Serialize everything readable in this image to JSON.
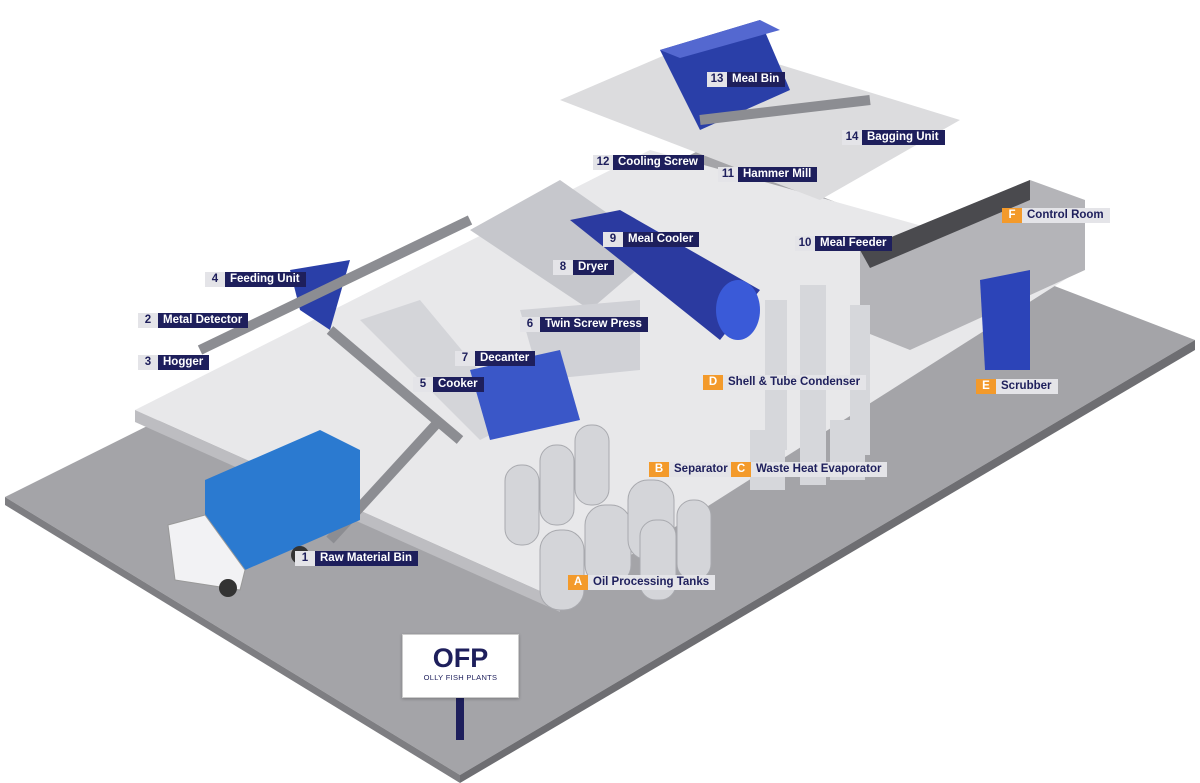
{
  "labels": [
    {
      "key": "1",
      "text": "Raw Material Bin",
      "style": "num"
    },
    {
      "key": "2",
      "text": "Metal Detector",
      "style": "num"
    },
    {
      "key": "3",
      "text": "Hogger",
      "style": "num"
    },
    {
      "key": "4",
      "text": "Feeding Unit",
      "style": "num"
    },
    {
      "key": "5",
      "text": "Cooker",
      "style": "num"
    },
    {
      "key": "6",
      "text": "Twin Screw Press",
      "style": "num"
    },
    {
      "key": "7",
      "text": "Decanter",
      "style": "num"
    },
    {
      "key": "8",
      "text": "Dryer",
      "style": "num"
    },
    {
      "key": "9",
      "text": "Meal Cooler",
      "style": "num"
    },
    {
      "key": "10",
      "text": "Meal Feeder",
      "style": "num"
    },
    {
      "key": "11",
      "text": "Hammer Mill",
      "style": "num"
    },
    {
      "key": "12",
      "text": "Cooling Screw",
      "style": "num"
    },
    {
      "key": "13",
      "text": "Meal Bin",
      "style": "num"
    },
    {
      "key": "14",
      "text": "Bagging Unit",
      "style": "num"
    },
    {
      "key": "A",
      "text": "Oil Processing Tanks",
      "style": "let"
    },
    {
      "key": "B",
      "text": "Separator",
      "style": "let"
    },
    {
      "key": "C",
      "text": "Waste Heat Evaporator",
      "style": "let"
    },
    {
      "key": "D",
      "text": "Shell & Tube Condenser",
      "style": "let"
    },
    {
      "key": "E",
      "text": "Scrubber",
      "style": "let"
    },
    {
      "key": "F",
      "text": "Control Room",
      "style": "let"
    }
  ],
  "sign": {
    "title": "OFP",
    "subtitle": "OLLY FISH PLANTS"
  },
  "colors": {
    "navy": "#1e1f5c",
    "orange": "#f39a2b",
    "blue": "#2a3fa8",
    "ground": "#9a9a9d",
    "floor": "#e6e6e8"
  }
}
